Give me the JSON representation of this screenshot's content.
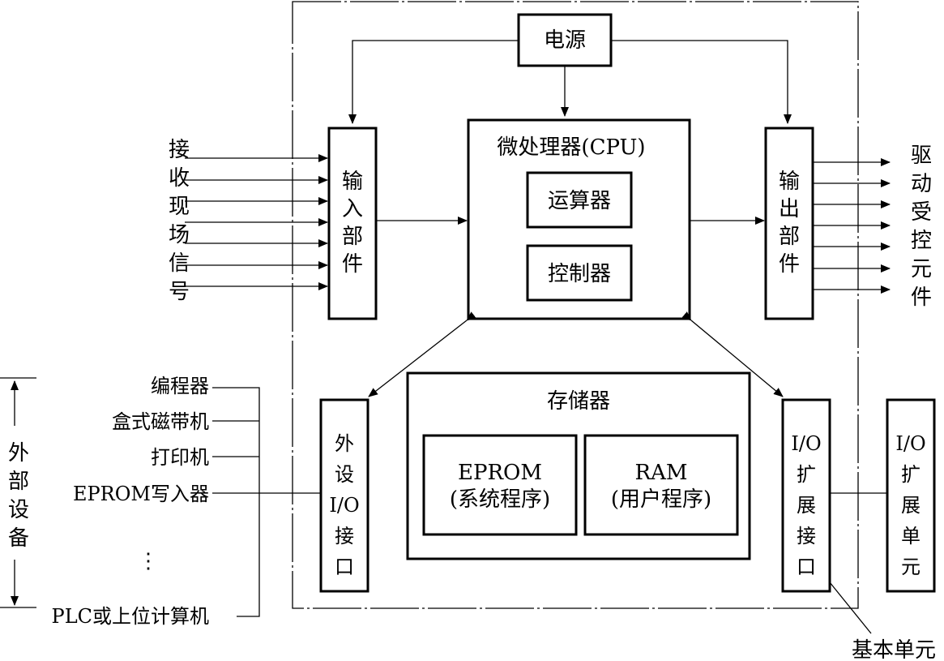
{
  "blocks": {
    "power": "电源",
    "cpu": "微处理器(CPU)",
    "alu": "运算器",
    "controller": "控制器",
    "input_unit": [
      "输",
      "入",
      "部",
      "件"
    ],
    "output_unit": [
      "输",
      "出",
      "部",
      "件"
    ],
    "memory": "存储器",
    "eprom": [
      "EPROM",
      "(系统程序)"
    ],
    "ram": [
      "RAM",
      "(用户程序)"
    ],
    "external_io": [
      "外",
      "设",
      "I/O",
      "接",
      "口"
    ],
    "io_expansion_interface": [
      "I/O",
      "扩",
      "展",
      "接",
      "口"
    ],
    "io_expansion_unit": [
      "I/O",
      "扩",
      "展",
      "单",
      "元"
    ]
  },
  "labels": {
    "field_signals": [
      "接",
      "收",
      "现",
      "场",
      "信",
      "号"
    ],
    "drive_elements": [
      "驱",
      "动",
      "受",
      "控",
      "元",
      "件"
    ],
    "external_devices": [
      "外",
      "部",
      "设",
      "备"
    ],
    "basic_unit": "基本单元",
    "ellipsis": "⋮"
  },
  "devices": [
    "编程器",
    "盒式磁带机",
    "打印机",
    "EPROM写入器",
    "PLC或上位计算机"
  ]
}
